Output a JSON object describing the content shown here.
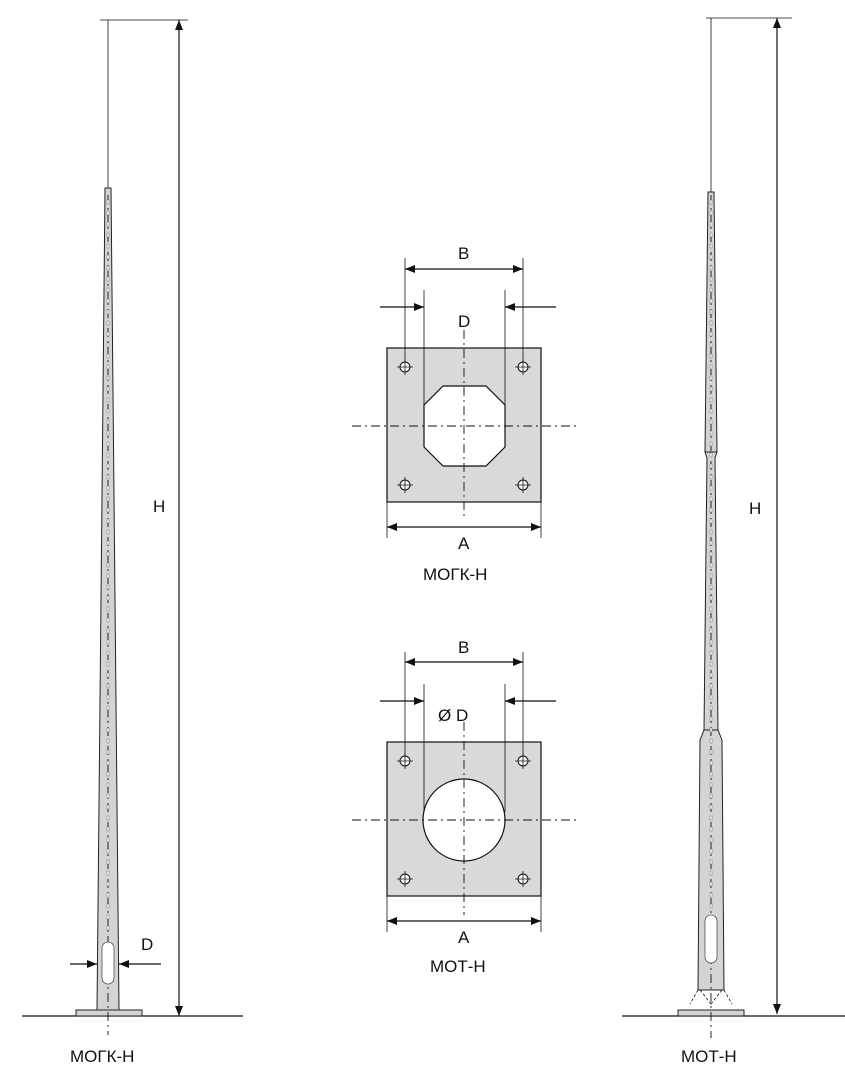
{
  "colors": {
    "ink": "#111111",
    "steel": "#d4d4d4",
    "plate": "#d9d9d9",
    "background": "#ffffff"
  },
  "left_pole": {
    "caption": "МОГК-Н",
    "height_label": "H",
    "diameter_label": "D"
  },
  "right_pole": {
    "caption": "МОТ-Н",
    "height_label": "H"
  },
  "plate_octagon": {
    "caption": "МОГК-Н",
    "label_b": "B",
    "label_d": "D",
    "label_a": "A"
  },
  "plate_round": {
    "caption": "МОТ-Н",
    "label_b": "B",
    "label_d": "Ø D",
    "label_a": "A"
  }
}
